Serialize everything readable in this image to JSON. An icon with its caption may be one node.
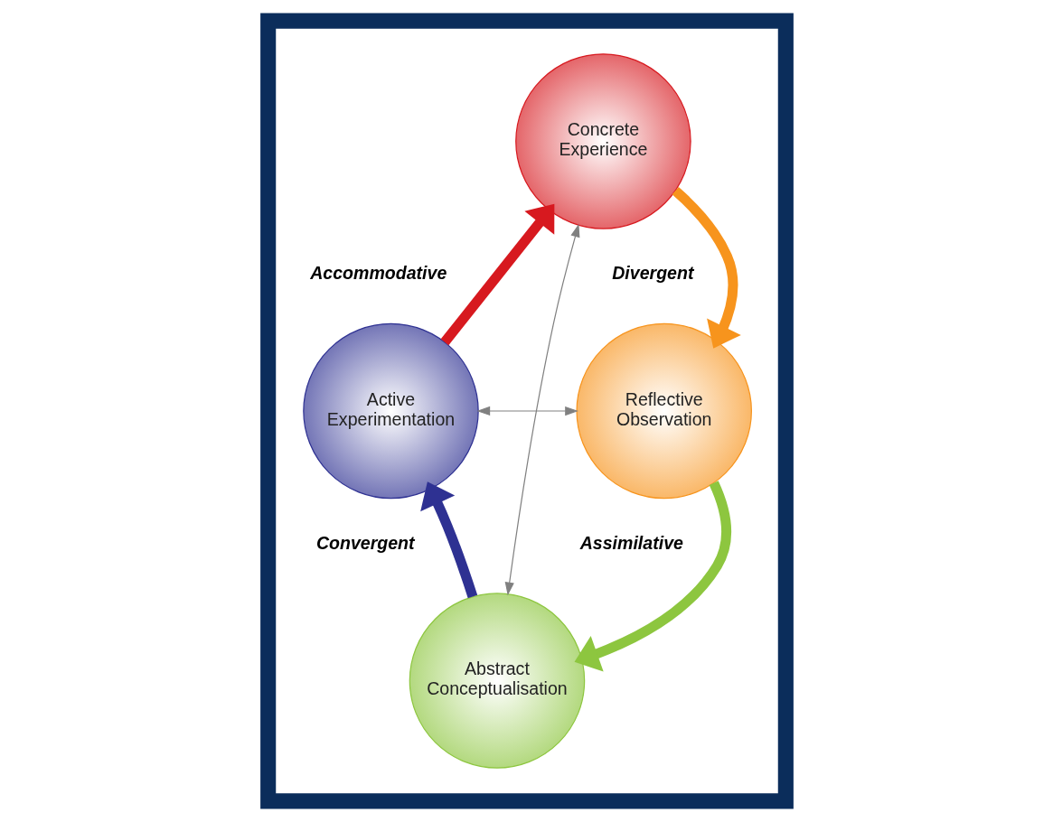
{
  "diagram": {
    "nodes": [
      {
        "text": [],
        "shape": "box"
      },
      {
        "text": [
          "Concrete Experience"
        ],
        "in": 0
      },
      {
        "text": [
          "Reflective Observation"
        ],
        "in": 0
      },
      {
        "text": [
          "Abstract Conceptualisation"
        ],
        "in": 0
      },
      {
        "text": [
          "Active Experimentation"
        ],
        "in": 0
      }
    ],
    "edges": [
      {
        "from": 1,
        "to": 2,
        "arrow": "to",
        "color": "#f7941d"
      },
      {
        "from": 2,
        "to": 3,
        "arrow": "to",
        "color": "#8dc63f"
      },
      {
        "from": 3,
        "to": 4,
        "arrow": "to",
        "color": "#2e3192"
      },
      {
        "from": 4,
        "to": 1,
        "arrow": "to",
        "color": "#d7191f"
      },
      {
        "from": 1,
        "to": 3,
        "arrow": "both",
        "color": "#808080"
      },
      {
        "from": 4,
        "to": 2,
        "arrow": "both",
        "color": "#808080"
      }
    ],
    "labels": [
      "Accommodative",
      "Divergent",
      "Convergent",
      "Assimilative"
    ]
  }
}
